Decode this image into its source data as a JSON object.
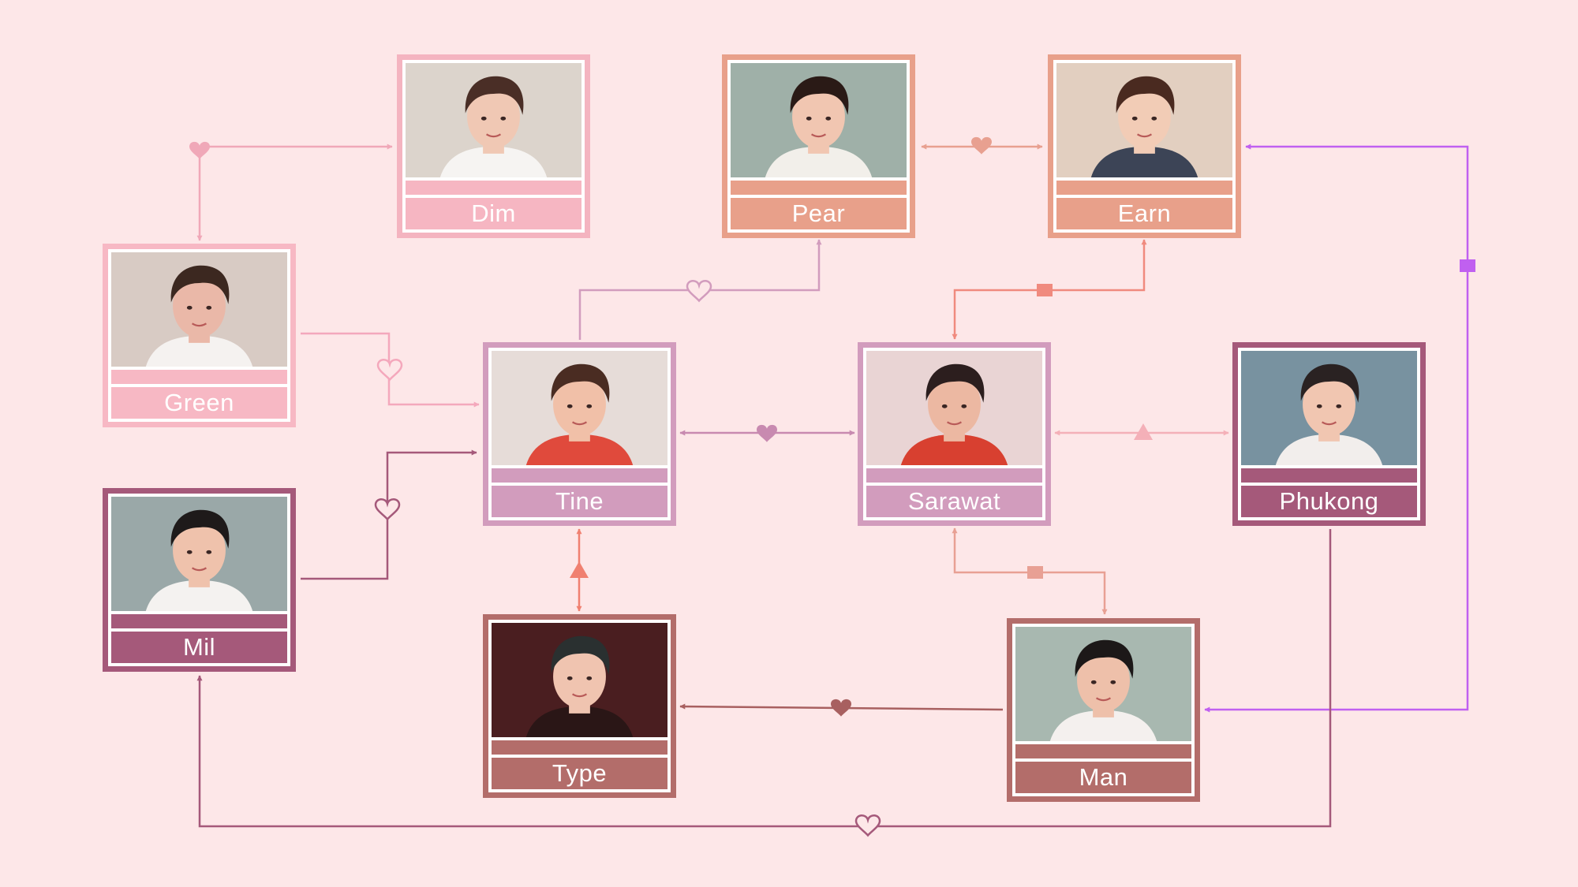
{
  "background": "#fde7e8",
  "characters": [
    {
      "id": "dim",
      "name": "Dim",
      "frame": "#f4b4c0",
      "band": "#f6b6c2",
      "bg": "#dcd4cc",
      "skin": "#f0c8b4",
      "hair": "#4a2e26",
      "shirt": "#f6f4f2"
    },
    {
      "id": "pear",
      "name": "Pear",
      "frame": "#e8a08a",
      "band": "#e8a08a",
      "bg": "#9fb0a8",
      "skin": "#f1c6b1",
      "hair": "#2a1a16",
      "shirt": "#f2efea"
    },
    {
      "id": "earn",
      "name": "Earn",
      "frame": "#e8a08a",
      "band": "#e8a08a",
      "bg": "#e2cfc0",
      "skin": "#f2ccb6",
      "hair": "#4a2a20",
      "shirt": "#3c4456"
    },
    {
      "id": "green",
      "name": "Green",
      "frame": "#f7b8c4",
      "band": "#f7b8c4",
      "bg": "#d8cbc4",
      "skin": "#eab8a8",
      "hair": "#3c2820",
      "shirt": "#f5f2f0"
    },
    {
      "id": "tine",
      "name": "Tine",
      "frame": "#d29cbd",
      "band": "#d29cbd",
      "bg": "#e6dcd8",
      "skin": "#f1c0a8",
      "hair": "#4a2c22",
      "shirt": "#e04a3c"
    },
    {
      "id": "sarawat",
      "name": "Sarawat",
      "frame": "#d29cbd",
      "band": "#d29cbd",
      "bg": "#e9d4d4",
      "skin": "#ecb8a2",
      "hair": "#2c1e1e",
      "shirt": "#d84030"
    },
    {
      "id": "phukong",
      "name": "Phukong",
      "frame": "#a5597a",
      "band": "#a5597a",
      "bg": "#7892a0",
      "skin": "#f1c6b1",
      "hair": "#2a2222",
      "shirt": "#f2eeec"
    },
    {
      "id": "mil",
      "name": "Mil",
      "frame": "#a5597a",
      "band": "#a5597a",
      "bg": "#9aa8a8",
      "skin": "#efc2ac",
      "hair": "#1e1a1a",
      "shirt": "#f4f2f0"
    },
    {
      "id": "type",
      "name": "Type",
      "frame": "#b36d6a",
      "band": "#b36d6a",
      "bg": "#4a1e20",
      "skin": "#f0c4b0",
      "hair": "#2a3030",
      "shirt": "#2a1616"
    },
    {
      "id": "man",
      "name": "Man",
      "frame": "#b36d6a",
      "band": "#b36d6a",
      "bg": "#a8b8b0",
      "skin": "#eec0aa",
      "hair": "#1c1818",
      "shirt": "#f4f0ee"
    }
  ],
  "relationships": [
    {
      "from": "dim",
      "to": "green",
      "symbol": "heart-filled",
      "color": "#f0a8b8"
    },
    {
      "from": "pear",
      "to": "earn",
      "symbol": "heart-filled",
      "color": "#e8a090"
    },
    {
      "from": "tine",
      "to": "pear",
      "symbol": "heart-outline",
      "color": "#d29cbd"
    },
    {
      "from": "sarawat",
      "to": "earn",
      "symbol": "square",
      "color": "#f08a7e"
    },
    {
      "from": "green",
      "to": "tine",
      "symbol": "heart-outline",
      "color": "#f4a8bc"
    },
    {
      "from": "tine",
      "to": "sarawat",
      "symbol": "heart-filled",
      "color": "#c88ab0"
    },
    {
      "from": "sarawat",
      "to": "phukong",
      "symbol": "triangle",
      "color": "#f4b0b8"
    },
    {
      "from": "mil",
      "to": "tine",
      "symbol": "heart-outline",
      "color": "#a5597a"
    },
    {
      "from": "tine",
      "to": "type",
      "symbol": "triangle",
      "color": "#f08070"
    },
    {
      "from": "sarawat",
      "to": "man",
      "symbol": "square",
      "color": "#e8a094"
    },
    {
      "from": "man",
      "to": "type",
      "symbol": "heart-filled",
      "color": "#a86060"
    },
    {
      "from": "earn",
      "to": "man",
      "symbol": "square",
      "color": "#c060f0"
    },
    {
      "from": "phukong",
      "to": "mil",
      "symbol": "heart-outline",
      "color": "#a5597a"
    }
  ]
}
